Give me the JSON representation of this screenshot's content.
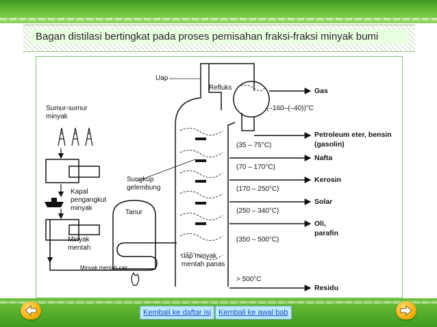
{
  "title": "Bagan distilasi bertingkat pada proses pemisahan fraksi-fraksi minyak bumi",
  "diagram": {
    "left_labels": {
      "wells": [
        "Sumur-sumur",
        "minyak"
      ],
      "ship": [
        "Kapal",
        "pengangkut",
        "minyak"
      ],
      "crude": [
        "Minyak",
        "mentah"
      ],
      "crude_liquid": "Minyak mentah cair",
      "bubble_cap": [
        "Sungkup",
        "gelembung"
      ],
      "furnace": "Tanur"
    },
    "column_labels": {
      "vapor": "Uap",
      "reflux": "Refluks",
      "hot_vapor": [
        "uap minyak",
        "mentah panas"
      ]
    },
    "temperatures": [
      "(–160–(–40))°C",
      "(35 – 75°C)",
      "(70 – 170°C)",
      "(170 – 250°C)",
      "(250 – 340°C)",
      "(350 – 500°C)",
      "> 500°C"
    ],
    "products": [
      "Gas",
      "Petroleum eter, bensin",
      "(gasolin)",
      "Nafta",
      "Kerosin",
      "Solar",
      "Oli,",
      "parafin",
      "Residu"
    ]
  },
  "nav": {
    "back_to_contents": "Kembali ke daftar isi",
    "back_to_chapter": "Kembali ke awal bab"
  },
  "colors": {
    "accent": "#3e9b1f",
    "button_bg": "#bfe8ff",
    "arrow": "#f0a800"
  },
  "icons": {
    "prev": "arrow-left-icon",
    "next": "arrow-right-icon"
  }
}
